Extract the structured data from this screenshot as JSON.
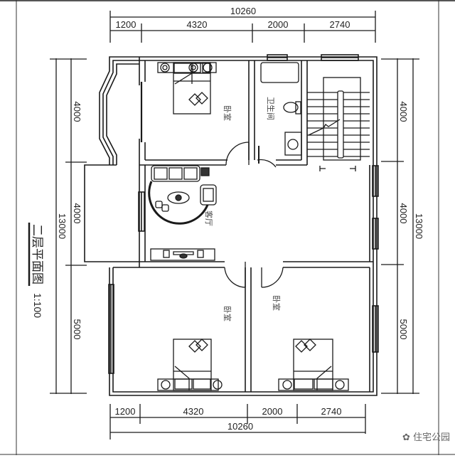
{
  "drawing": {
    "title": "二层平面图",
    "scale": "1:100",
    "watermark": "住宅公园"
  },
  "dimensions": {
    "top": {
      "total": "10260",
      "segments": [
        "1200",
        "4320",
        "2000",
        "2740"
      ]
    },
    "bottom": {
      "total": "10260",
      "segments": [
        "1200",
        "4320",
        "2000",
        "2740"
      ]
    },
    "left": {
      "total": "13000",
      "segments": [
        "4000",
        "4000",
        "5000"
      ]
    },
    "right": {
      "total": "13000",
      "segments": [
        "4000",
        "4000",
        "5000"
      ]
    }
  },
  "rooms": [
    {
      "id": "bedroom-north",
      "label": "卧室"
    },
    {
      "id": "bathroom",
      "label": "卫生间"
    },
    {
      "id": "living-room",
      "label": "客厅"
    },
    {
      "id": "bedroom-southwest",
      "label": "卧室"
    },
    {
      "id": "bedroom-southeast",
      "label": "卧室"
    }
  ],
  "colors": {
    "line": "#1a1a1a",
    "background": "#ffffff",
    "text": "#222222"
  }
}
